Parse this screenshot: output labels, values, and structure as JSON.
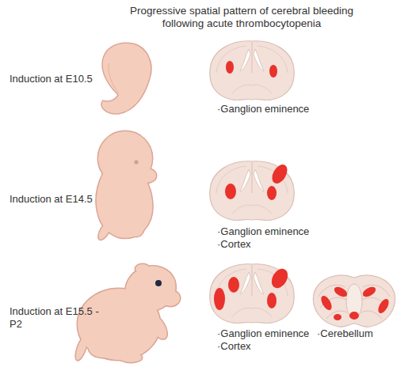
{
  "diagram": {
    "title": "Progressive spatial pattern of cerebral bleeding following acute thrombocytopenia",
    "labels": [
      "Induction at E10.5",
      "·Ganglion eminence",
      "Induction at E14.5",
      "·Ganglion eminence",
      "·Cortex",
      "Induction at E15.5 -P2",
      "·Ganglion eminence",
      "·Cortex",
      "·Cerebellum"
    ]
  }
}
